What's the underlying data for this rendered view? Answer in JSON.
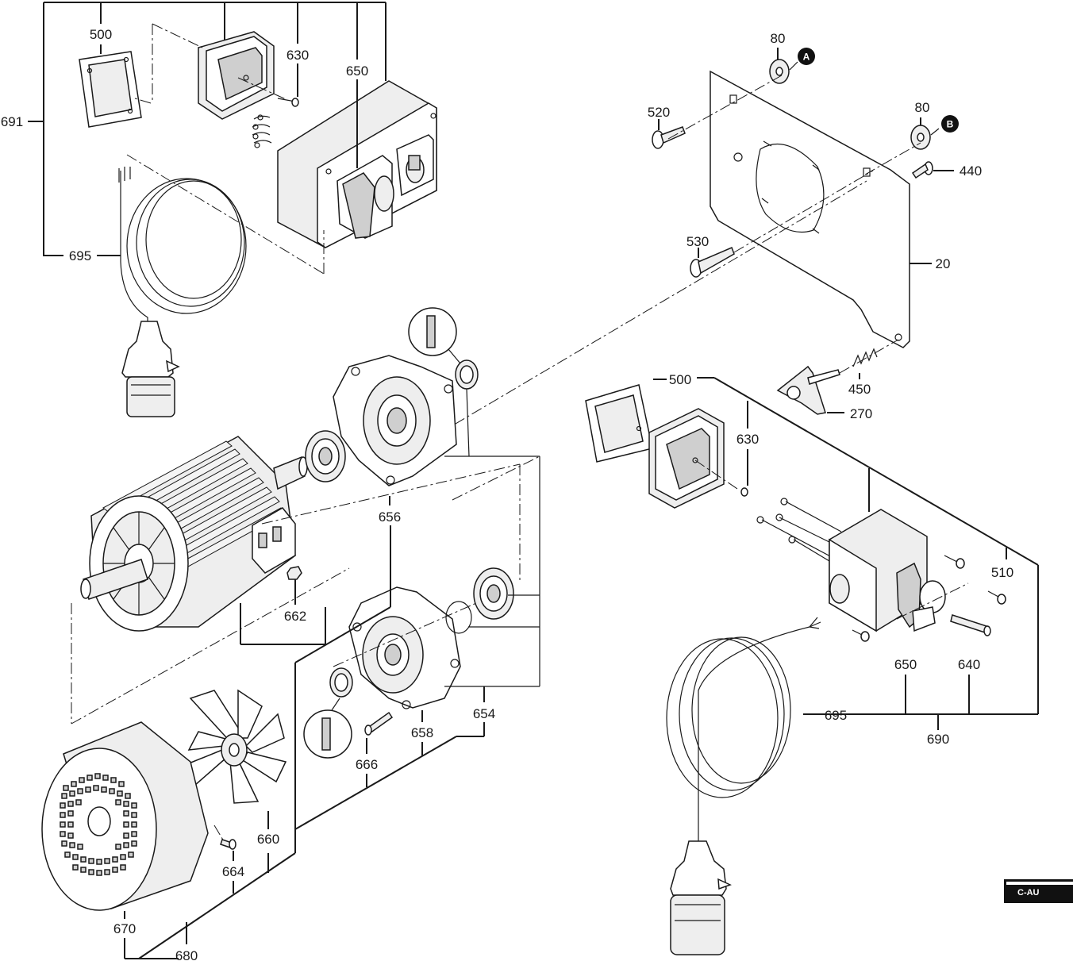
{
  "callouts": {
    "c691": "691",
    "c500_top": "500",
    "c630_top": "630",
    "c650_top": "650",
    "c695_top": "695",
    "c80_a": "80",
    "c80_b": "80",
    "c520": "520",
    "c440": "440",
    "c530": "530",
    "c20": "20",
    "c450": "450",
    "c270": "270",
    "c500_right": "500",
    "c630_right": "630",
    "c510": "510",
    "c650_right": "650",
    "c640": "640",
    "c695_right": "695",
    "c690": "690",
    "c656": "656",
    "c662": "662",
    "c658": "658",
    "c654": "654",
    "c666": "666",
    "c660": "660",
    "c664": "664",
    "c670": "670",
    "c680": "680"
  },
  "badges": {
    "a": "A",
    "b": "B"
  },
  "stamp": "C-AU"
}
